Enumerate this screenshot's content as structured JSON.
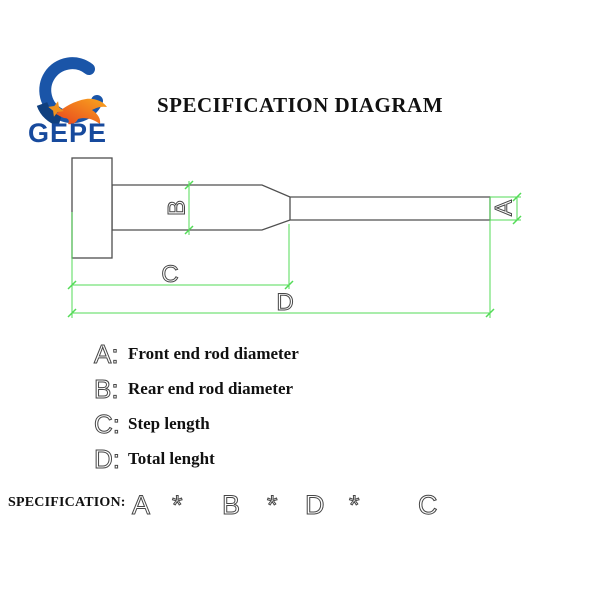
{
  "colors": {
    "outline": "#4f4f4f",
    "dimension": "#53db57",
    "cad_text": "#474747",
    "logo_blue": "#1a55a8",
    "logo_dark_blue": "#10407f",
    "logo_orange_1": "#e8441f",
    "logo_orange_2": "#f9a61d",
    "logo_star": "#f0921e",
    "logo_text_blue": "#174a9d"
  },
  "logo": {
    "text": "GEPE"
  },
  "title": "SPECIFICATION DIAGRAM",
  "diagram": {
    "labels": {
      "a": "A",
      "b": "B",
      "c": "C",
      "d": "D"
    }
  },
  "legend": {
    "items": [
      {
        "key": "A:",
        "desc": "Front end rod diameter"
      },
      {
        "key": "B:",
        "desc": "Rear end rod diameter"
      },
      {
        "key": "C:",
        "desc": "Step length"
      },
      {
        "key": "D:",
        "desc": "Total lenght"
      }
    ]
  },
  "specification": {
    "label": "SPECIFICATION:",
    "parts": [
      "A",
      "*",
      "B",
      "*",
      "D",
      "*",
      "C"
    ]
  }
}
